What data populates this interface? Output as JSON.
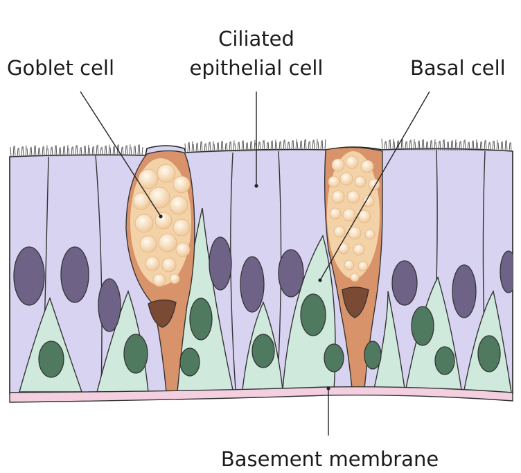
{
  "labels": {
    "goblet_cell": "Goblet cell",
    "ciliated_line1": "Ciliated",
    "ciliated_line2": "epithelial cell",
    "basal_cell": "Basal cell",
    "basement_membrane": "Basement membrane"
  },
  "colors": {
    "ciliated_cell": "#d8d3f0",
    "basal_cell": "#cfeadc",
    "goblet_cell": "#d9936a",
    "goblet_granule": "#f6dcb5",
    "ciliated_nucleus": "#6e6286",
    "basal_nucleus": "#4f7a60",
    "goblet_nucleus": "#7a4a34",
    "membrane": "#f3cfe0",
    "outline": "#222222"
  }
}
